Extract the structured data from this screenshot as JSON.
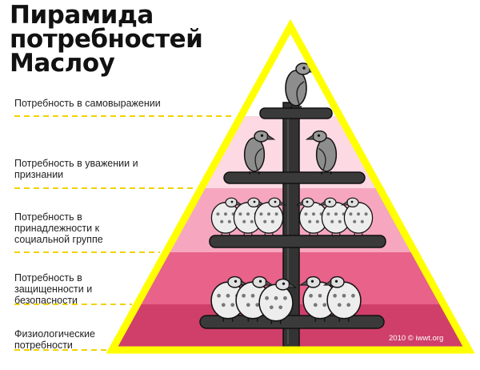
{
  "title_lines": [
    "Пирамида",
    "потребностей",
    "Маслоу"
  ],
  "levels": [
    {
      "label": "Потребность в самовыражении"
    },
    {
      "label": "Потребность в уважении и признании"
    },
    {
      "label": "Потребность в принадлежности к социальной группе"
    },
    {
      "label": "Потребность в защищенности и безопасности"
    },
    {
      "label": "Физиологические потребности"
    }
  ],
  "credit": "2010 © iwwt.org",
  "colors": {
    "pyramid_border": "#ffff00",
    "divider": "#f2d200",
    "level_fills": [
      "#ffffff",
      "#fcd9e3",
      "#f6a7bf",
      "#e8628a",
      "#cf3f6a"
    ],
    "pole": "#333333"
  },
  "icons": [
    "vulture-icon",
    "branch-icon"
  ]
}
